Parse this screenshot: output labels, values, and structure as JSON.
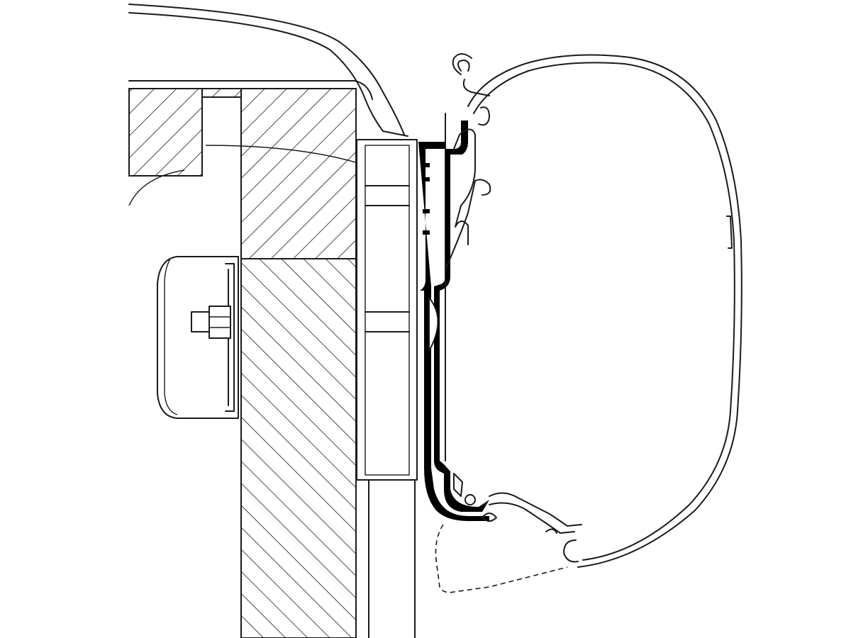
{
  "diagram": {
    "colors": {
      "line": "#1a1a1a",
      "background": "#ffffff",
      "adapter_profile": "#000000"
    },
    "parts": [
      "vehicle-roof",
      "wall-section",
      "mounting-bracket",
      "adapter-rail",
      "awning-cassette",
      "bolt-cap"
    ]
  }
}
